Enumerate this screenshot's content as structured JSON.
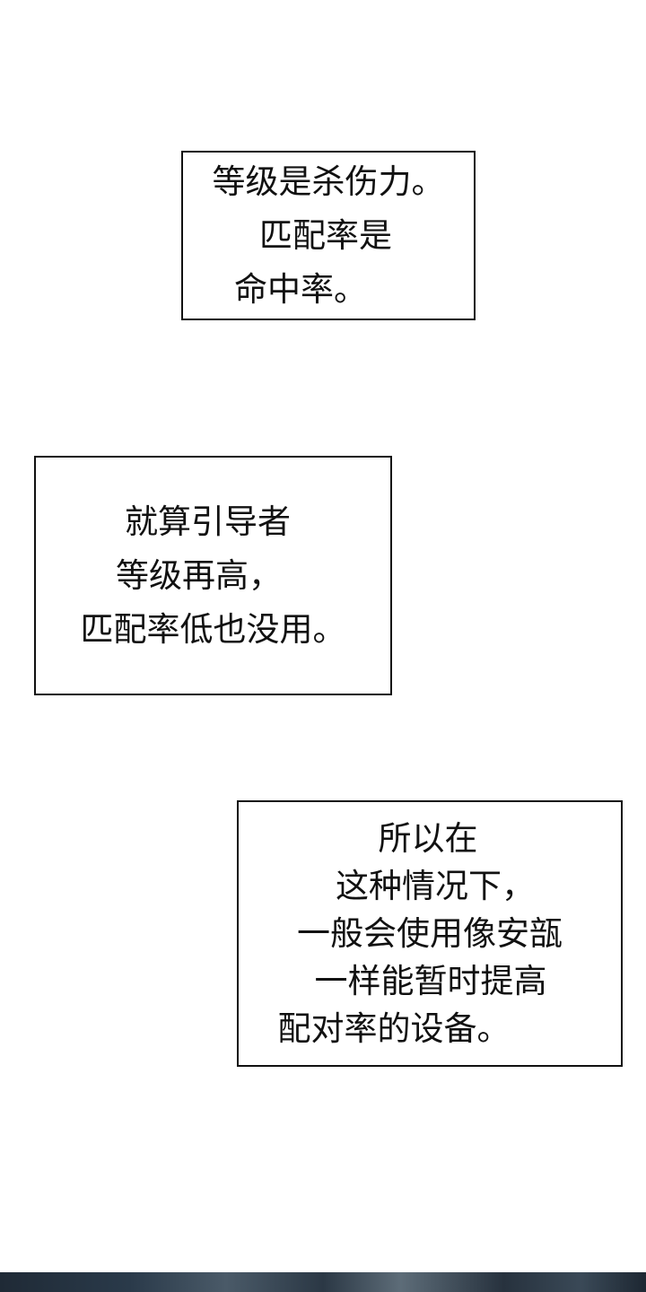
{
  "captions": [
    {
      "lines": [
        "等级是杀伤力。",
        "匹配率是",
        "命中率。"
      ]
    },
    {
      "lines": [
        "就算引导者",
        "等级再高，",
        "匹配率低也没用。"
      ]
    },
    {
      "lines": [
        "所以在",
        "这种情况下，",
        "一般会使用像安瓿",
        "一样能暂时提高",
        "配对率的设备。"
      ]
    }
  ],
  "colors": {
    "background": "#ffffff",
    "border": "#111111",
    "text": "#111111",
    "bottom_strip": "#2a3a4a"
  }
}
